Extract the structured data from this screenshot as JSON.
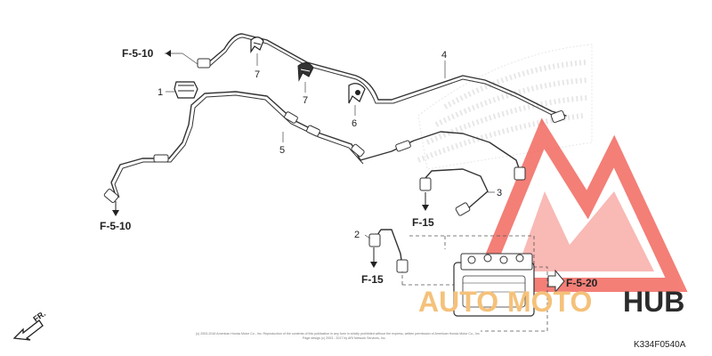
{
  "diagram": {
    "callouts": {
      "f510_top": "F-5-10",
      "f510_bottom": "F-5-10",
      "f15_right": "F-15",
      "f15_left": "F-15",
      "f520": "F-5-20"
    },
    "part_numbers": {
      "p1": "1",
      "p2": "2",
      "p3": "3",
      "p4": "4",
      "p5": "5",
      "p6": "6",
      "p7a": "7",
      "p7b": "7"
    },
    "front_label": "FR.",
    "figure_code": "K334F0540A",
    "copyright_line1": "(c) 2003-2016 American Honda Motor Co., Inc. Reproduction of the contents of this publication in any form in strictly prohibited without the express, written permission of American Honda Motor Co., Inc.",
    "copyright_line2": "Page design (c) 2003 - 2017 by ARI Network Services, Inc.",
    "watermark": {
      "part_a": "AUTO",
      "part_b": "MOTO",
      "part_c": "HUB",
      "color_a": "#f5c17a",
      "color_b": "#f5c17a",
      "color_c": "#2b2b2b",
      "logo_color": "#f0554a"
    }
  }
}
